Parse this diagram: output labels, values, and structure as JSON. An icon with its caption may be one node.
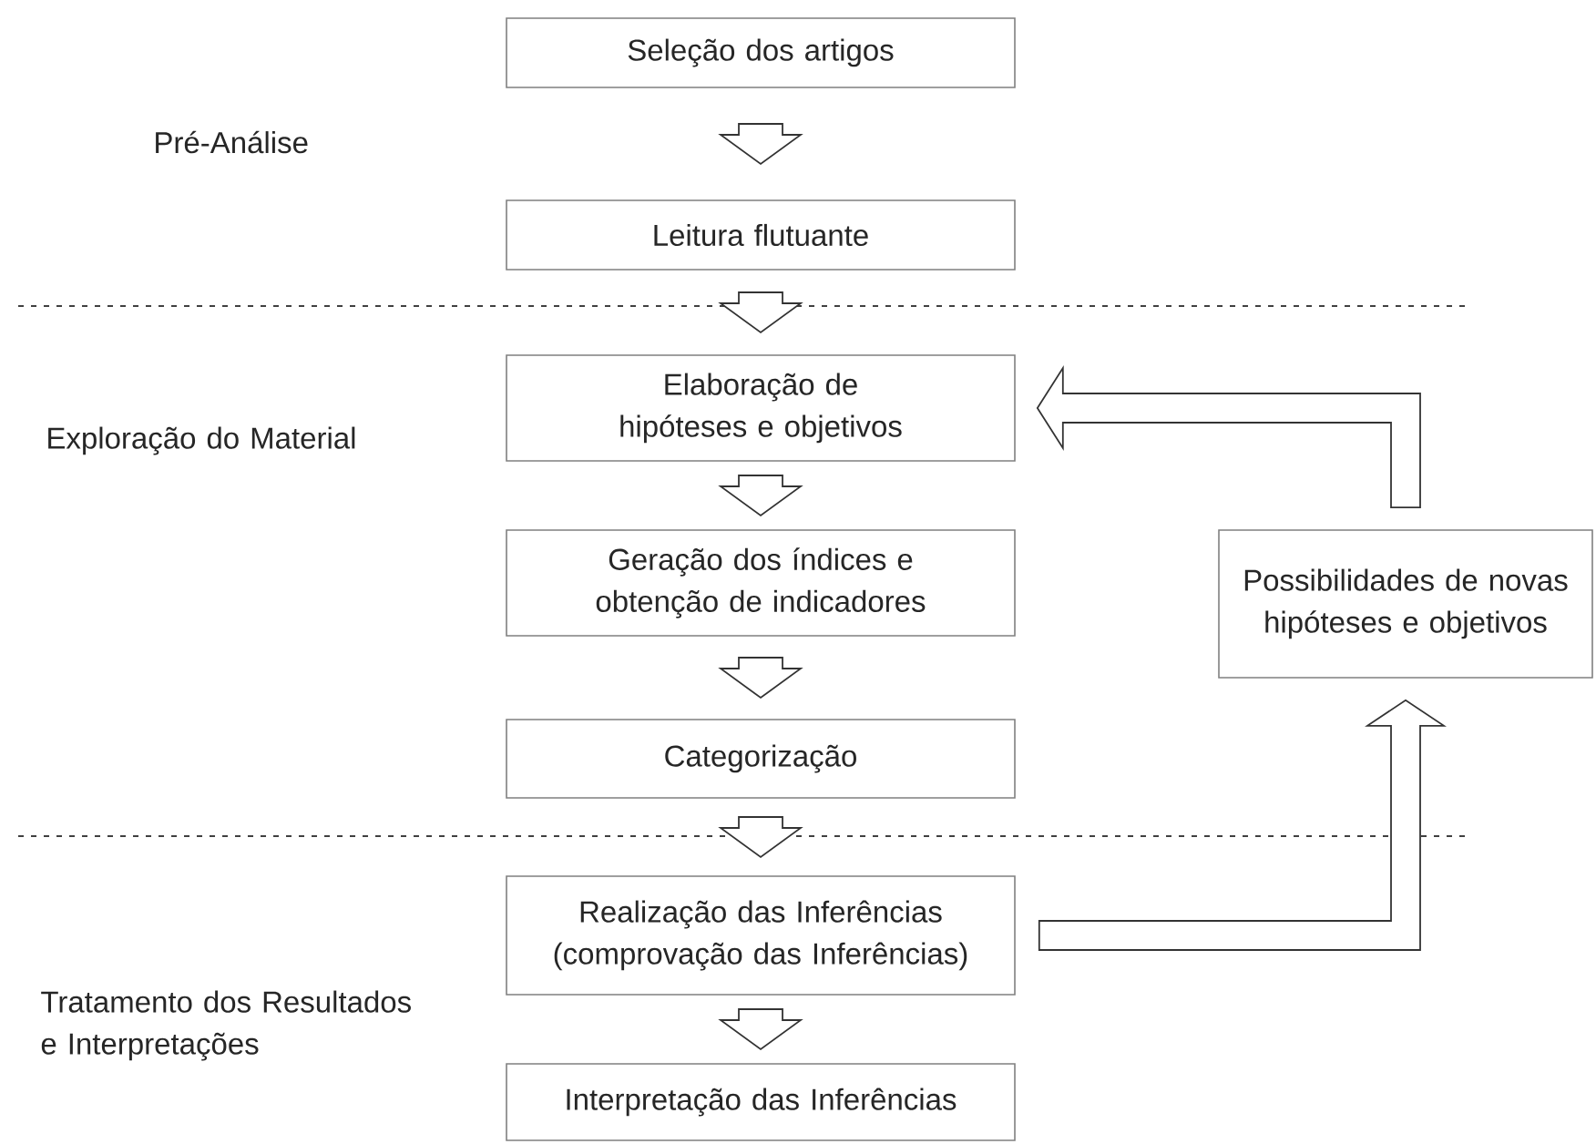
{
  "diagram": {
    "nodes": [
      {
        "text": [
          "Seleção dos artigos"
        ]
      },
      {
        "text": [
          "Leitura flutuante"
        ]
      },
      {
        "text": [
          "Elaboração de hipóteses e objetivos"
        ]
      },
      {
        "text": [
          "Geração dos índices e obtenção de indicadores"
        ]
      },
      {
        "text": [
          "Categorização"
        ]
      },
      {
        "text": [
          "Realização das Inferências (comprovação das Inferências)"
        ]
      },
      {
        "text": [
          "Interpretação das Inferências"
        ]
      },
      {
        "text": [
          "Possibilidades de novas hipóteses e objetivos"
        ]
      }
    ],
    "edges": [
      {
        "from": 0,
        "to": 1,
        "arrow": "to"
      },
      {
        "from": 1,
        "to": 2,
        "arrow": "to"
      },
      {
        "from": 2,
        "to": 3,
        "arrow": "to"
      },
      {
        "from": 3,
        "to": 4,
        "arrow": "to"
      },
      {
        "from": 4,
        "to": 5,
        "arrow": "to"
      },
      {
        "from": 5,
        "to": 6,
        "arrow": "to"
      },
      {
        "from": 5,
        "to": 7,
        "arrow": "to"
      },
      {
        "from": 7,
        "to": 2,
        "arrow": "to"
      }
    ],
    "labels": [
      "Pré-Análise",
      "Exploração do Material",
      "Tratamento dos Resultados e Interpretações"
    ]
  }
}
